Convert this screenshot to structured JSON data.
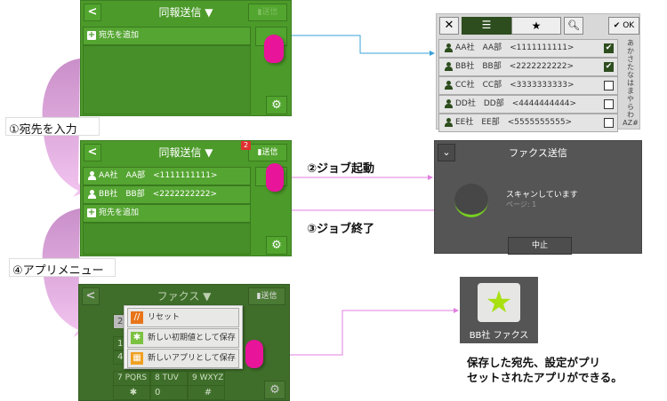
{
  "labels": {
    "step1": "①宛先を入力",
    "step2": "②ジョブ起動",
    "step3": "③ジョブ終了",
    "step4": "④アプリメニュー"
  },
  "screen1": {
    "title": "同報送信 ▼",
    "send": "送信",
    "add_dest": "宛先を追加"
  },
  "screen2": {
    "title": "同報送信 ▼",
    "send": "送信",
    "badge": "2",
    "contacts": [
      "AA社　AA部　<1111111111>",
      "BB社　BB部　<2222222222>"
    ],
    "add_dest": "宛先を追加"
  },
  "contact_list": {
    "ok": "OK",
    "rows": [
      {
        "text": "AA社　AA部　<1111111111>",
        "checked": true
      },
      {
        "text": "BB社　BB部　<2222222222>",
        "checked": true
      },
      {
        "text": "CC社　CC部　<3333333333>",
        "checked": false
      },
      {
        "text": "DD社　DD部　<4444444444>",
        "checked": false
      },
      {
        "text": "EE社　EE部　<5555555555>",
        "checked": false
      }
    ],
    "index": [
      "あ",
      "か",
      "さ",
      "た",
      "な",
      "は",
      "ま",
      "や",
      "ら",
      "わ",
      "AZ#"
    ]
  },
  "fax_dialog": {
    "title": "ファクス送信",
    "status": "スキャンしています",
    "page": "ページ: 1",
    "stop": "中止"
  },
  "screen3": {
    "title": "ファクス ▼",
    "send": "送信",
    "keys": [
      "2",
      "1",
      "4",
      "7 PQRS",
      "8 TUV",
      "9 WXYZ",
      "✱",
      "0",
      "#"
    ],
    "menu": [
      {
        "label": "リセット",
        "color": "#e8741a",
        "icon": "//"
      },
      {
        "label": "新しい初期値として保存",
        "color": "#7cc242",
        "icon": "✱"
      },
      {
        "label": "新しいアプリとして保存",
        "color": "#f0a020",
        "icon": "▦"
      }
    ]
  },
  "app_icon": {
    "label": "BB社 ファクス"
  },
  "caption": {
    "line1": "保存した宛先、設定がプリ",
    "line2": "セットされたアプリができる。"
  },
  "colors": {
    "green": "#4c9a2a",
    "dark_green": "#3f6e2a",
    "pink": "#e8149a",
    "arrow": "#e88be0"
  }
}
